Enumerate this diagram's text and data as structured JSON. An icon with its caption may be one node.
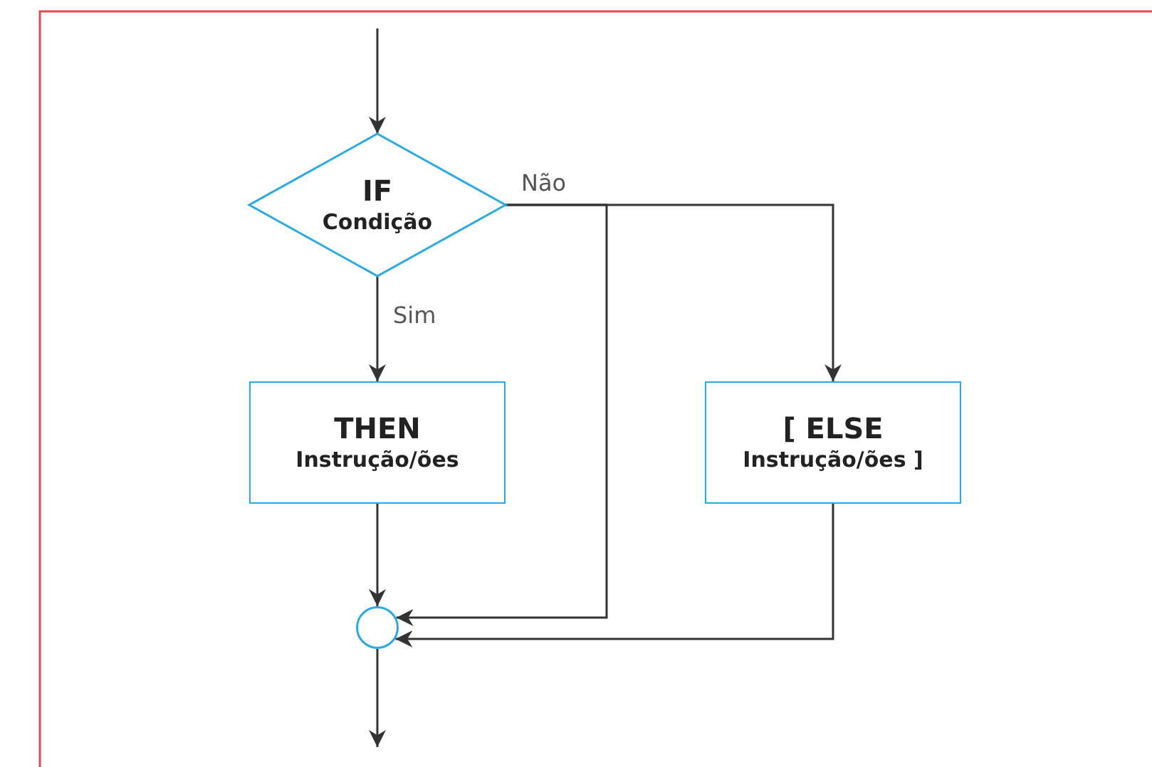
{
  "diagram": {
    "nodes": [
      {
        "text": [
          "IF",
          "Condição"
        ]
      },
      {
        "text": [
          "THEN",
          "Instrução/ões"
        ]
      },
      {
        "text": [
          "[ ELSE",
          "Instrução/ões ]"
        ]
      },
      {
        "text": [],
        "shape": "circle"
      }
    ],
    "edges": [
      {
        "from": null,
        "to": 0,
        "arrow": "to"
      },
      {
        "from": 0,
        "to": 1,
        "arrow": "to",
        "label": "Sim"
      },
      {
        "from": 0,
        "to": 2,
        "arrow": "to",
        "label": "Não"
      },
      {
        "from": 0,
        "to": 3,
        "arrow": "to"
      },
      {
        "from": 1,
        "to": 3,
        "arrow": "to"
      },
      {
        "from": 2,
        "to": 3,
        "arrow": "to"
      },
      {
        "from": 3,
        "to": null,
        "arrow": "to"
      }
    ]
  }
}
